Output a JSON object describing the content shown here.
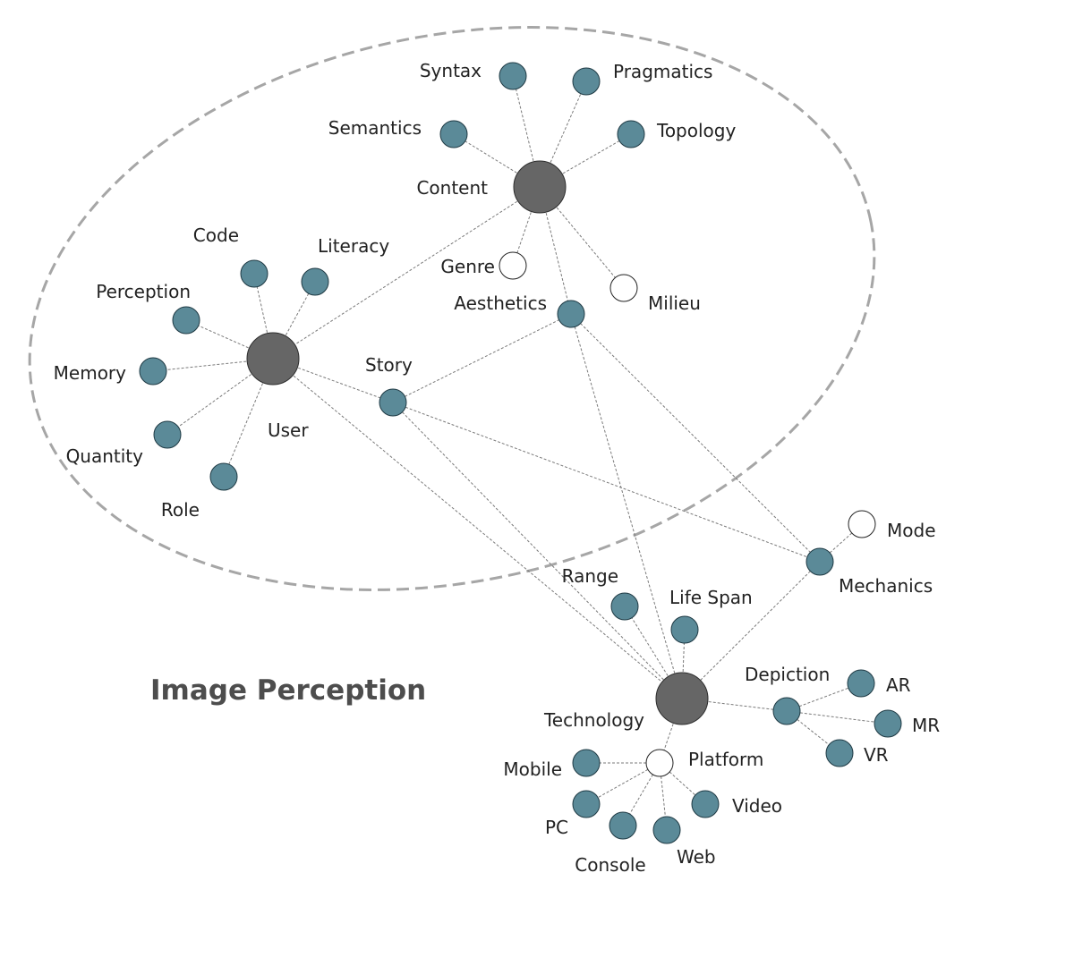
{
  "region": {
    "label": "Image Perception"
  },
  "colors": {
    "hub": "#666666",
    "leaf": "#5b8a98",
    "open": "#ffffff",
    "edge": "#7a7a7a",
    "region": "#a6a6a6"
  },
  "nodes": {
    "content": {
      "label": "Content",
      "kind": "hub"
    },
    "syntax": {
      "label": "Syntax",
      "kind": "leaf"
    },
    "pragmatics": {
      "label": "Pragmatics",
      "kind": "leaf"
    },
    "semantics": {
      "label": "Semantics",
      "kind": "leaf"
    },
    "topology": {
      "label": "Topology",
      "kind": "leaf"
    },
    "genre": {
      "label": "Genre",
      "kind": "open"
    },
    "milieu": {
      "label": "Milieu",
      "kind": "open"
    },
    "aesthetics": {
      "label": "Aesthetics",
      "kind": "leaf"
    },
    "user": {
      "label": "User",
      "kind": "hub"
    },
    "code": {
      "label": "Code",
      "kind": "leaf"
    },
    "literacy": {
      "label": "Literacy",
      "kind": "leaf"
    },
    "perception": {
      "label": "Perception",
      "kind": "leaf"
    },
    "memory": {
      "label": "Memory",
      "kind": "leaf"
    },
    "quantity": {
      "label": "Quantity",
      "kind": "leaf"
    },
    "role": {
      "label": "Role",
      "kind": "leaf"
    },
    "story": {
      "label": "Story",
      "kind": "leaf"
    },
    "mechanics": {
      "label": "Mechanics",
      "kind": "leaf"
    },
    "mode": {
      "label": "Mode",
      "kind": "open"
    },
    "technology": {
      "label": "Technology",
      "kind": "hub"
    },
    "range": {
      "label": "Range",
      "kind": "leaf"
    },
    "lifespan": {
      "label": "Life Span",
      "kind": "leaf"
    },
    "depiction": {
      "label": "Depiction",
      "kind": "leaf"
    },
    "ar": {
      "label": "AR",
      "kind": "leaf"
    },
    "mr": {
      "label": "MR",
      "kind": "leaf"
    },
    "vr": {
      "label": "VR",
      "kind": "leaf"
    },
    "platform": {
      "label": "Platform",
      "kind": "open"
    },
    "mobile": {
      "label": "Mobile",
      "kind": "leaf"
    },
    "pc": {
      "label": "PC",
      "kind": "leaf"
    },
    "console": {
      "label": "Console",
      "kind": "leaf"
    },
    "web": {
      "label": "Web",
      "kind": "leaf"
    },
    "video": {
      "label": "Video",
      "kind": "leaf"
    }
  },
  "edges": [
    [
      "content",
      "syntax"
    ],
    [
      "content",
      "pragmatics"
    ],
    [
      "content",
      "semantics"
    ],
    [
      "content",
      "topology"
    ],
    [
      "content",
      "genre"
    ],
    [
      "content",
      "milieu"
    ],
    [
      "content",
      "aesthetics"
    ],
    [
      "content",
      "user"
    ],
    [
      "user",
      "code"
    ],
    [
      "user",
      "literacy"
    ],
    [
      "user",
      "perception"
    ],
    [
      "user",
      "memory"
    ],
    [
      "user",
      "quantity"
    ],
    [
      "user",
      "role"
    ],
    [
      "user",
      "story"
    ],
    [
      "user",
      "technology"
    ],
    [
      "story",
      "aesthetics"
    ],
    [
      "story",
      "mechanics"
    ],
    [
      "story",
      "technology"
    ],
    [
      "aesthetics",
      "technology"
    ],
    [
      "aesthetics",
      "mechanics"
    ],
    [
      "mechanics",
      "mode"
    ],
    [
      "mechanics",
      "technology"
    ],
    [
      "technology",
      "range"
    ],
    [
      "technology",
      "lifespan"
    ],
    [
      "technology",
      "depiction"
    ],
    [
      "technology",
      "platform"
    ],
    [
      "depiction",
      "ar"
    ],
    [
      "depiction",
      "mr"
    ],
    [
      "depiction",
      "vr"
    ],
    [
      "platform",
      "mobile"
    ],
    [
      "platform",
      "pc"
    ],
    [
      "platform",
      "console"
    ],
    [
      "platform",
      "web"
    ],
    [
      "platform",
      "video"
    ]
  ]
}
